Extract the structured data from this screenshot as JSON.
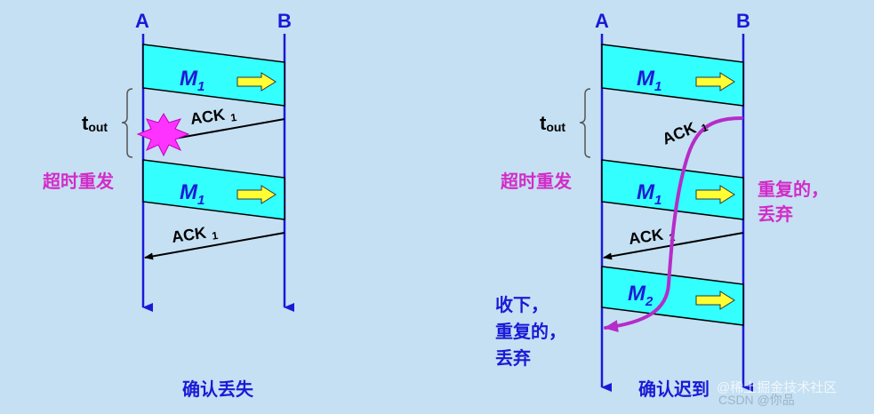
{
  "panels": [
    {
      "node_a": "A",
      "node_b": "B",
      "frame1": {
        "label": "M",
        "sub": "1"
      },
      "ack1": {
        "label": "ACK",
        "sub": "1"
      },
      "timeout": {
        "label": "t",
        "sub": "out"
      },
      "retransmit": "超时重发",
      "frame2": {
        "label": "M",
        "sub": "1"
      },
      "ack2": {
        "label": "ACK",
        "sub": "1"
      },
      "caption": "确认丢失"
    },
    {
      "node_a": "A",
      "node_b": "B",
      "frame1": {
        "label": "M",
        "sub": "1"
      },
      "ack1": {
        "label": "ACK",
        "sub": "1"
      },
      "timeout": {
        "label": "t",
        "sub": "out"
      },
      "retransmit": "超时重发",
      "frame2": {
        "label": "M",
        "sub": "1"
      },
      "ack2": {
        "label": "ACK",
        "sub": "1"
      },
      "frame3": {
        "label": "M",
        "sub": "2"
      },
      "duplicate_note": [
        "重复的，",
        "丢弃"
      ],
      "received_note": [
        "收下，",
        "重复的，",
        "丢弃"
      ],
      "caption": "确认迟到"
    }
  ],
  "watermark": "@稀土掘金技术社区",
  "watermark_under": "CSDN @你品",
  "colors": {
    "background": "#c5e0f3",
    "timeline": "#1a1ad6",
    "frame_fill": "#33ffff",
    "arrow_fill": "#ffff33",
    "magenta": "#d22cc8",
    "delayed_ack": "#b62cc8",
    "burst": "#ff33ff"
  }
}
